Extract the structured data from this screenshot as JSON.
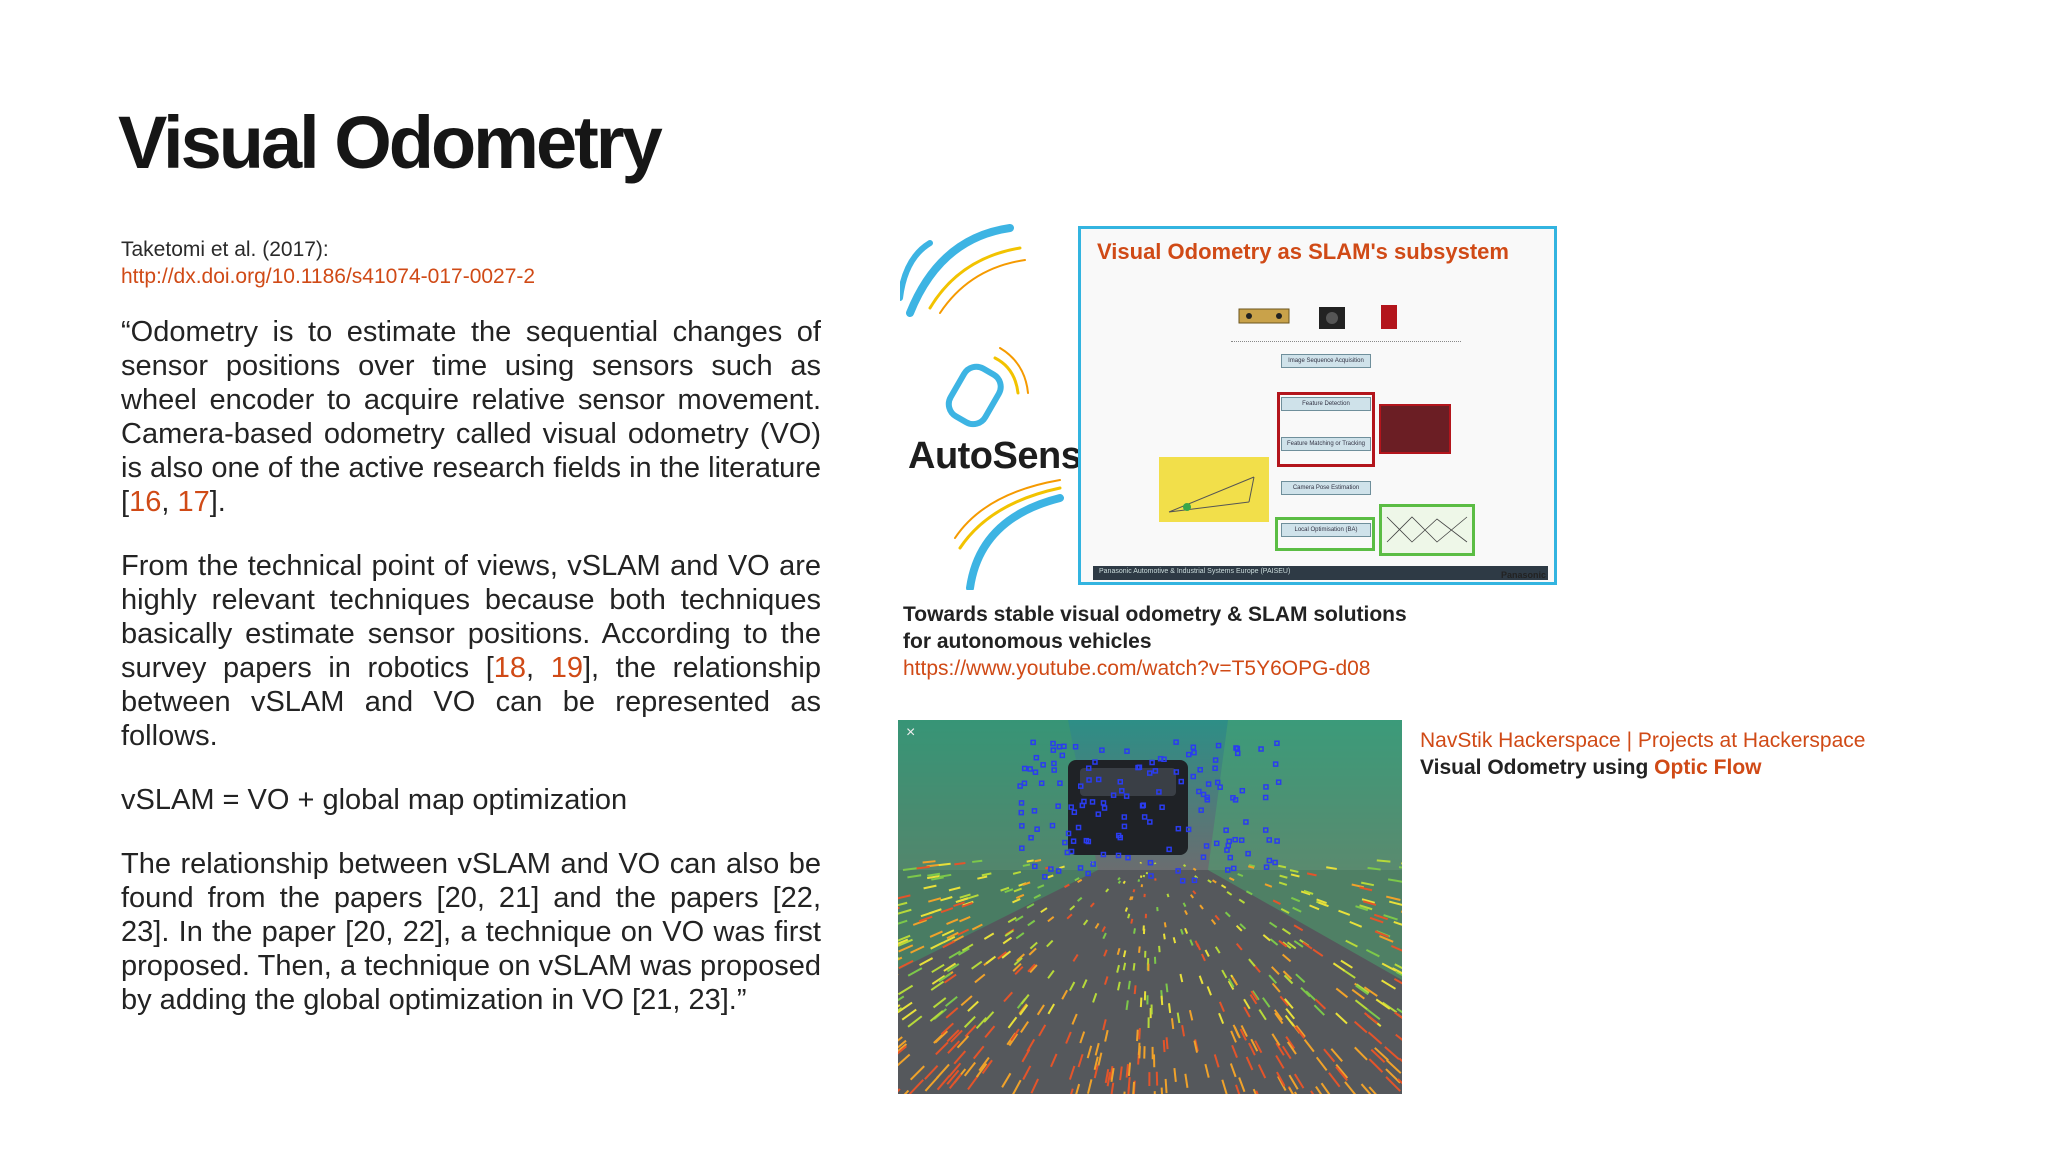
{
  "slide": {
    "title": "Visual Odometry"
  },
  "left": {
    "citation": "Taketomi et al. (2017):",
    "citation_url": "http://dx.doi.org/10.1186/s41074-017-0027-2",
    "p1_text": "“Odometry is to estimate the sequential changes of sensor positions over time using sensors such as wheel encoder to acquire relative sensor movement. Camera-based odometry called visual odometry (VO) is also one of the active research fields in the literature [",
    "p1_ref_a": "16",
    "p1_sep": ", ",
    "p1_ref_b": "17",
    "p1_end": "].",
    "p2_text": "From the technical point of views, vSLAM and VO are highly relevant techniques because both techniques basically estimate sensor positions. According to the survey papers in robotics [",
    "p2_ref_a": "18",
    "p2_sep": ", ",
    "p2_ref_b": "19",
    "p2_end": "], the relationship between vSLAM and VO can be represented as follows.",
    "p3_text": "vSLAM = VO + global map optimization",
    "p4_text": "The relationship between vSLAM and VO can also be found from the papers [20, 21] and the papers [22, 23]. In the paper [20, 22], a technique on VO was first proposed. Then, a technique on vSLAM was proposed by adding the global optimization in VO [21, 23].”"
  },
  "video1": {
    "logo_text": "AutoSens",
    "slide_title": "Visual Odometry as SLAM's subsystem",
    "flow_steps": [
      "Image Sequence Acquisition",
      "Feature Detection",
      "Feature Matching or Tracking",
      "Camera Pose Estimation",
      "Local Optimisation (BA)"
    ],
    "footer_text": "Panasonic Automotive & Industrial Systems Europe (PAISEU)",
    "brand": "Panasonic",
    "caption_line1": "Towards stable visual odometry & SLAM solutions",
    "caption_line2": "for autonomous vehicles",
    "caption_url": "https://www.youtube.com/watch?v=T5Y6OPG-d08"
  },
  "video2": {
    "close_label": "×",
    "caption_line1": "NavStik Hackerspace | Projects at Hackerspace",
    "caption_line2_prefix": "Visual Odometry using ",
    "caption_line2_accent": "Optic Flow"
  },
  "colors": {
    "accent": "#d04a16",
    "text": "#232323",
    "slide_border": "#33b4e0"
  }
}
